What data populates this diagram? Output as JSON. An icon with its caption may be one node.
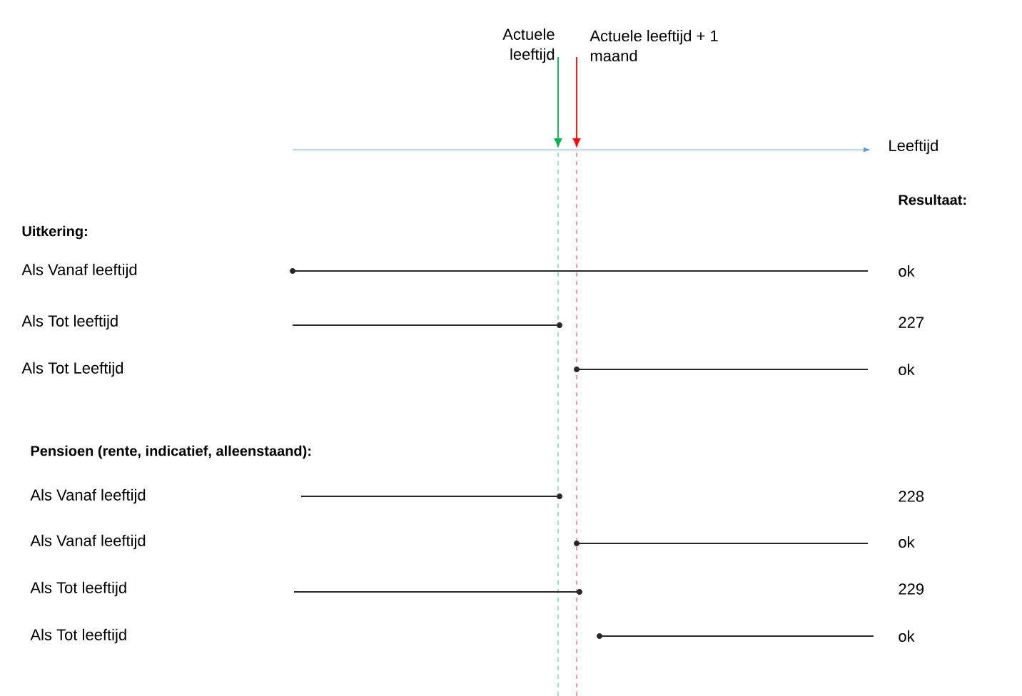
{
  "diagram": {
    "nodes": [
      {
        "text": [
          "Actuele leeftijd"
        ]
      },
      {
        "text": [
          "Actuele leeftijd + 1 maand"
        ]
      }
    ],
    "edges": [
      {
        "from": 0,
        "to": null,
        "arrow": "to",
        "color": "#00b050"
      },
      {
        "from": 1,
        "to": null,
        "arrow": "to",
        "color": "#ff0000"
      }
    ],
    "labels": [
      "Leeftijd",
      "Resultaat:",
      "Uitkering:",
      "Als Vanaf leeftijd",
      "ok",
      "Als Tot leeftijd",
      "227",
      "Als Tot Leeftijd",
      "ok",
      "Pensioen (rente, indicatief, alleenstaand):",
      "Als Vanaf leeftijd",
      "228",
      "Als Vanaf leeftijd",
      "ok",
      "Als Tot leeftijd",
      "229",
      "Als Tot leeftijd",
      "ok"
    ]
  }
}
